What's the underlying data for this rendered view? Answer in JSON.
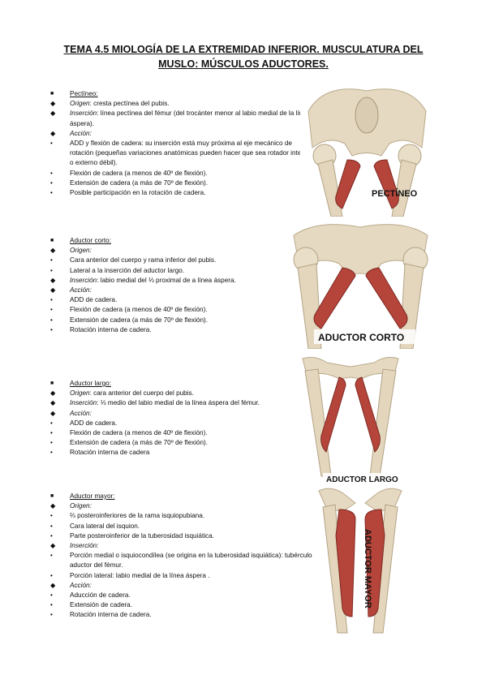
{
  "title_line1": "TEMA 4.5 MIOLOGÍA DE LA EXTREMIDAD INFERIOR. MUSCULATURA DEL",
  "title_line2": "MUSLO: MÚSCULOS ADUCTORES.",
  "sections": [
    {
      "id": "pectineo",
      "caption": "PECTÍNEO",
      "lines": [
        {
          "b": "square",
          "label": "",
          "text": "Pectíneo:",
          "style": "heading"
        },
        {
          "b": "diamond",
          "label": "Origen",
          "text": ": cresta pectínea del pubis."
        },
        {
          "b": "diamond",
          "label": "Inserción",
          "text": ": línea pectínea del fémur (del trocánter menor al labio medial de la línea áspera)."
        },
        {
          "b": "diamond",
          "label": "Acción:",
          "text": ""
        },
        {
          "b": "dot",
          "label": "",
          "text": "ADD y flexión de cadera: su inserción está muy próxima al eje mecánico de rotación (pequeñas variaciones anatómicas pueden hacer que sea rotador interno o externo débil)."
        },
        {
          "b": "dot",
          "label": "",
          "text": "Flexión de cadera (a menos de 40º de flexión)."
        },
        {
          "b": "dot",
          "label": "",
          "text": "Extensión de cadera (a más de 70º de flexión)."
        },
        {
          "b": "dot",
          "label": "",
          "text": "Posible participación en la rotación de cadera."
        }
      ]
    },
    {
      "id": "aductor-corto",
      "caption": "ADUCTOR CORTO",
      "lines": [
        {
          "b": "square",
          "label": "",
          "text": "Aductor corto:",
          "style": "heading"
        },
        {
          "b": "diamond",
          "label": "Origen:",
          "text": ""
        },
        {
          "b": "dot",
          "label": "",
          "text": "Cara anterior del cuerpo y rama inferior del pubis."
        },
        {
          "b": "dot",
          "label": "",
          "text": "Lateral a la inserción del aductor largo."
        },
        {
          "b": "diamond",
          "label": "Inserción",
          "text": ": labio medial del ⅓ proximal de a línea áspera."
        },
        {
          "b": "diamond",
          "label": "Acción:",
          "text": ""
        },
        {
          "b": "dot",
          "label": "",
          "text": "ADD de cadera."
        },
        {
          "b": "dot",
          "label": "",
          "text": "Flexión de cadera (a menos de 40º de flexión)."
        },
        {
          "b": "dot",
          "label": "",
          "text": "Extensión de cadera (a más de 70º de flexión)."
        },
        {
          "b": "dot",
          "label": "",
          "text": "Rotación interna de cadera."
        }
      ]
    },
    {
      "id": "aductor-largo",
      "caption": "ADUCTOR LARGO",
      "lines": [
        {
          "b": "square",
          "label": "",
          "text": "Aductor largo:",
          "style": "heading"
        },
        {
          "b": "diamond",
          "label": "Origen",
          "text": ": cara anterior del cuerpo del pubis."
        },
        {
          "b": "diamond",
          "label": "Inserción",
          "text": ": ⅓ medio del labio medial de la línea áspera del fémur."
        },
        {
          "b": "diamond",
          "label": "Acción:",
          "text": ""
        },
        {
          "b": "dot",
          "label": "",
          "text": "ADD de cadera."
        },
        {
          "b": "dot",
          "label": "",
          "text": "Flexión de cadera (a menos de 40º de flexión)."
        },
        {
          "b": "dot",
          "label": "",
          "text": "Extensión de cadera (a más de 70º de flexión)."
        },
        {
          "b": "dot",
          "label": "",
          "text": "Rotación interna de cadera"
        }
      ]
    },
    {
      "id": "aductor-mayor",
      "caption": "ADUCTOR MAYOR",
      "lines": [
        {
          "b": "square",
          "label": "",
          "text": "Aductor mayor:",
          "style": "heading"
        },
        {
          "b": "diamond",
          "label": "Origen:",
          "text": ""
        },
        {
          "b": "dot",
          "label": "",
          "text": "⅔ posteroinferiores de la rama isquiopubiana."
        },
        {
          "b": "dot",
          "label": "",
          "text": "Cara lateral del isquion."
        },
        {
          "b": "dot",
          "label": "",
          "text": "Parte posteroinferior de la tuberosidad isquiática."
        },
        {
          "b": "diamond",
          "label": "Inserción:",
          "text": ""
        },
        {
          "b": "dot",
          "label": "",
          "text": "Porción medial o isquiocondílea (se origina en la tuberosidad isquiática): tubérculo aductor del fémur."
        },
        {
          "b": "dot",
          "label": "",
          "text": "Porción lateral: labio medial de la línea áspera ."
        },
        {
          "b": "diamond",
          "label": "Acción:",
          "text": ""
        },
        {
          "b": "dot",
          "label": "",
          "text": "Aducción de cadera."
        },
        {
          "b": "dot",
          "label": "",
          "text": "Extensión de cadera."
        },
        {
          "b": "dot",
          "label": "",
          "text": "Rotación interna de cadera."
        }
      ]
    }
  ],
  "colors": {
    "muscle": "#b5443a",
    "bone": "#e8dcc6",
    "background_figure": "#ffffff"
  }
}
